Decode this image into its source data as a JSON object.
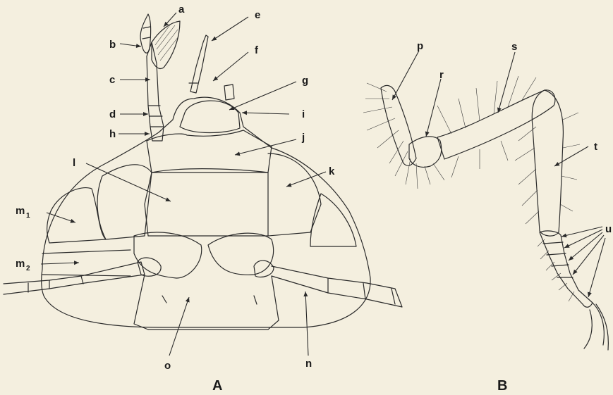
{
  "figure_a": {
    "panel_label": "A",
    "labels": {
      "a": "a",
      "b": "b",
      "c": "c",
      "d": "d",
      "e": "e",
      "f": "f",
      "g": "g",
      "h": "h",
      "i": "i",
      "j": "j",
      "k": "k",
      "l": "l",
      "m1_main": "m",
      "m1_sub": "1",
      "m2_main": "m",
      "m2_sub": "2",
      "n": "n",
      "o": "o"
    }
  },
  "figure_b": {
    "panel_label": "B",
    "labels": {
      "p": "p",
      "r": "r",
      "s": "s",
      "t": "t",
      "u": "u"
    }
  }
}
